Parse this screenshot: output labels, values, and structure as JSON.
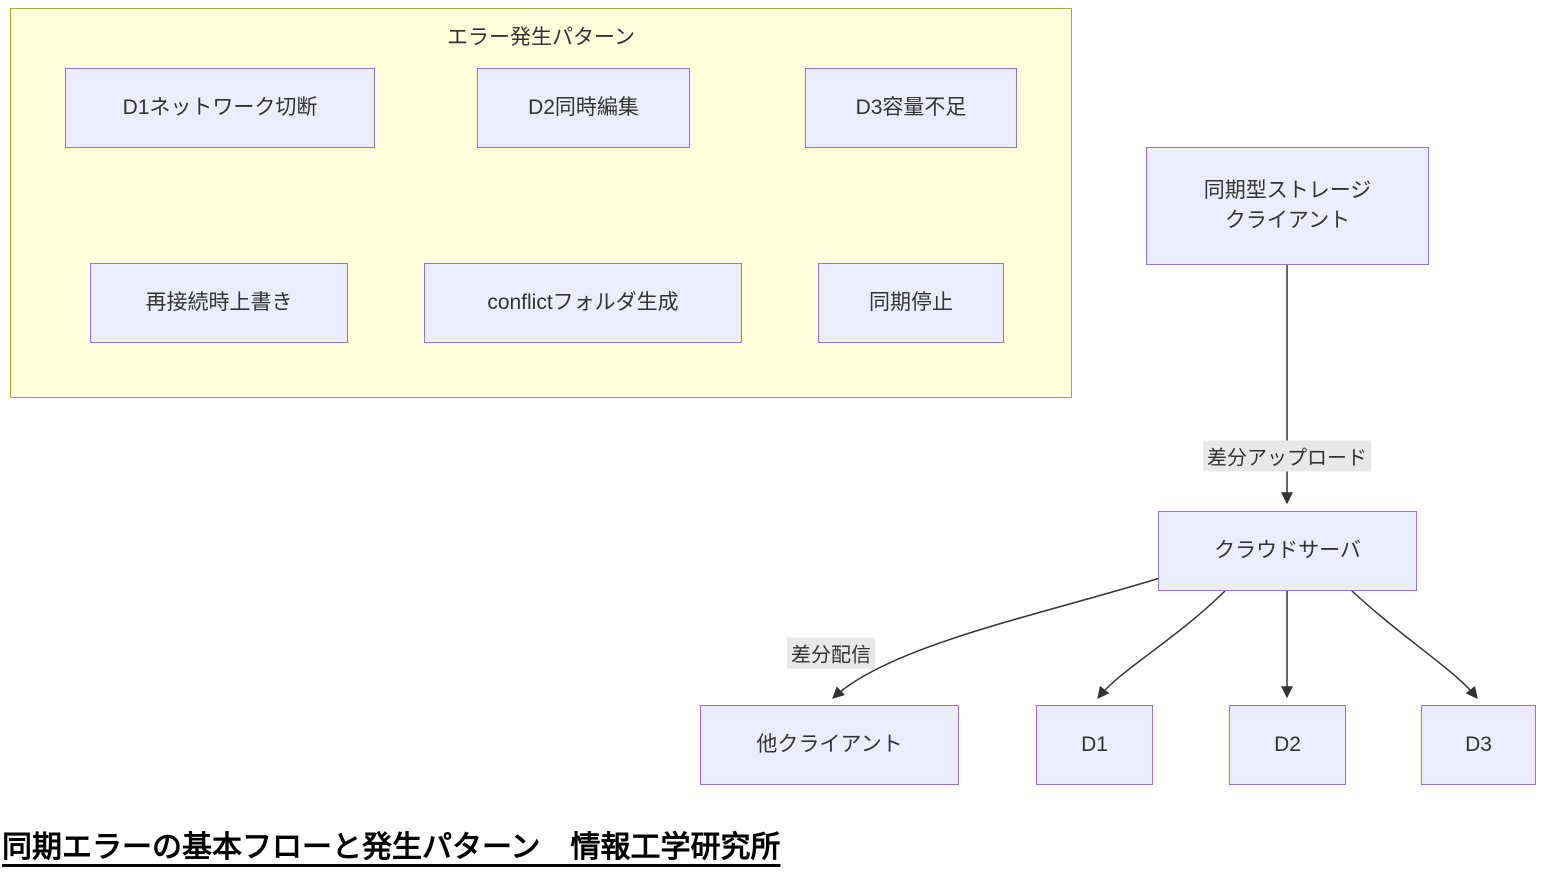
{
  "subgraph": {
    "title": "エラー発生パターン"
  },
  "nodes": {
    "d1_cause": "D1ネットワーク切断",
    "d2_cause": "D2同時編集",
    "d3_cause": "D3容量不足",
    "d1_effect": "再接続時上書き",
    "d2_effect": "conflictフォルダ生成",
    "d3_effect": "同期停止",
    "client": "同期型ストレージ\nクライアント",
    "server": "クラウドサーバ",
    "other_client": "他クライアント",
    "d1": "D1",
    "d2": "D2",
    "d3": "D3"
  },
  "edge_labels": {
    "upload": "差分アップロード",
    "distribute": "差分配信"
  },
  "caption": "同期エラーの基本フローと発生パターン　情報工学研究所",
  "colors": {
    "node_fill": "#ECECFF",
    "node_border": "#9370DB",
    "subgraph_fill": "#FFFFDE",
    "subgraph_border": "#AAAA33",
    "edge": "#333333",
    "edge_label_bg": "#E8E8E8"
  }
}
